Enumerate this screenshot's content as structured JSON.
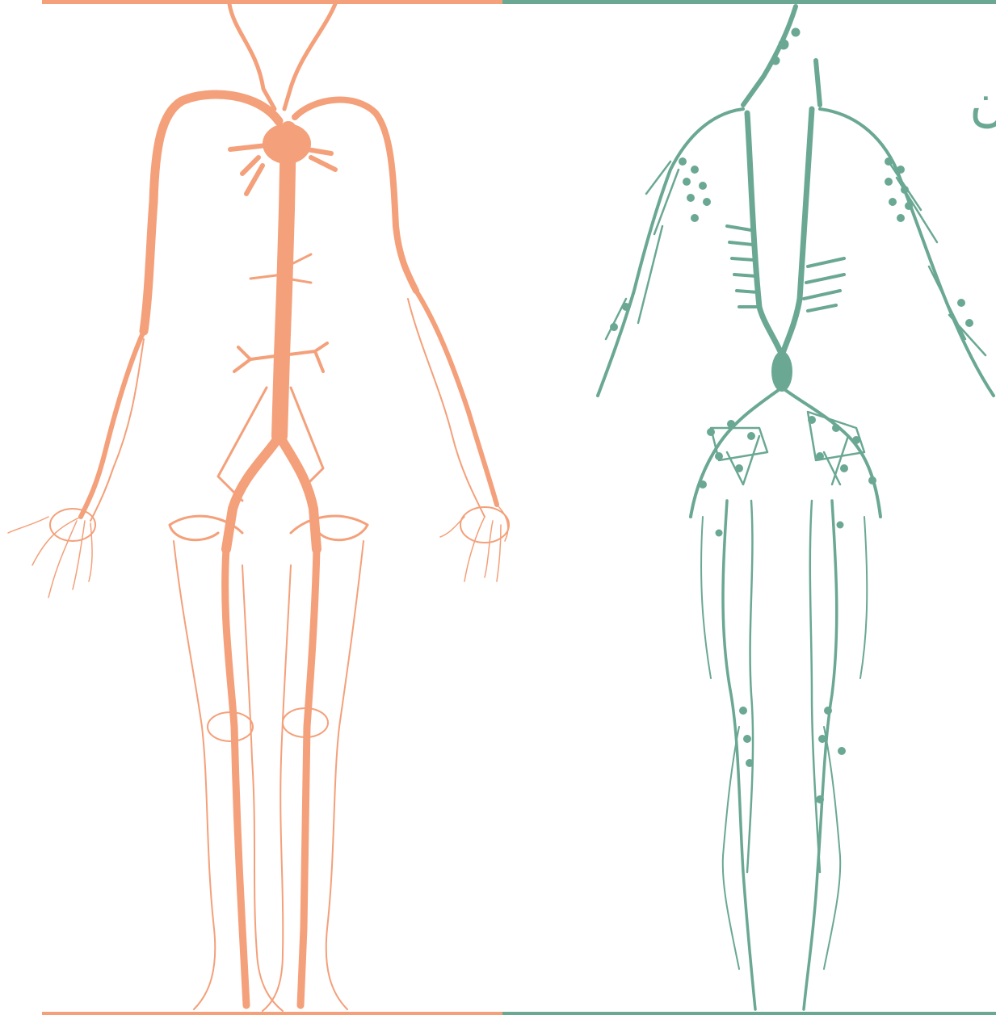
{
  "colors": {
    "arterial": "#f4a07a",
    "lymphatic": "#6aa893",
    "background": "#ffffff"
  },
  "figures": {
    "left": {
      "icon": "arterial-system-figure"
    },
    "right": {
      "icon": "lymphatic-system-figure"
    }
  },
  "edge_text": "ن"
}
